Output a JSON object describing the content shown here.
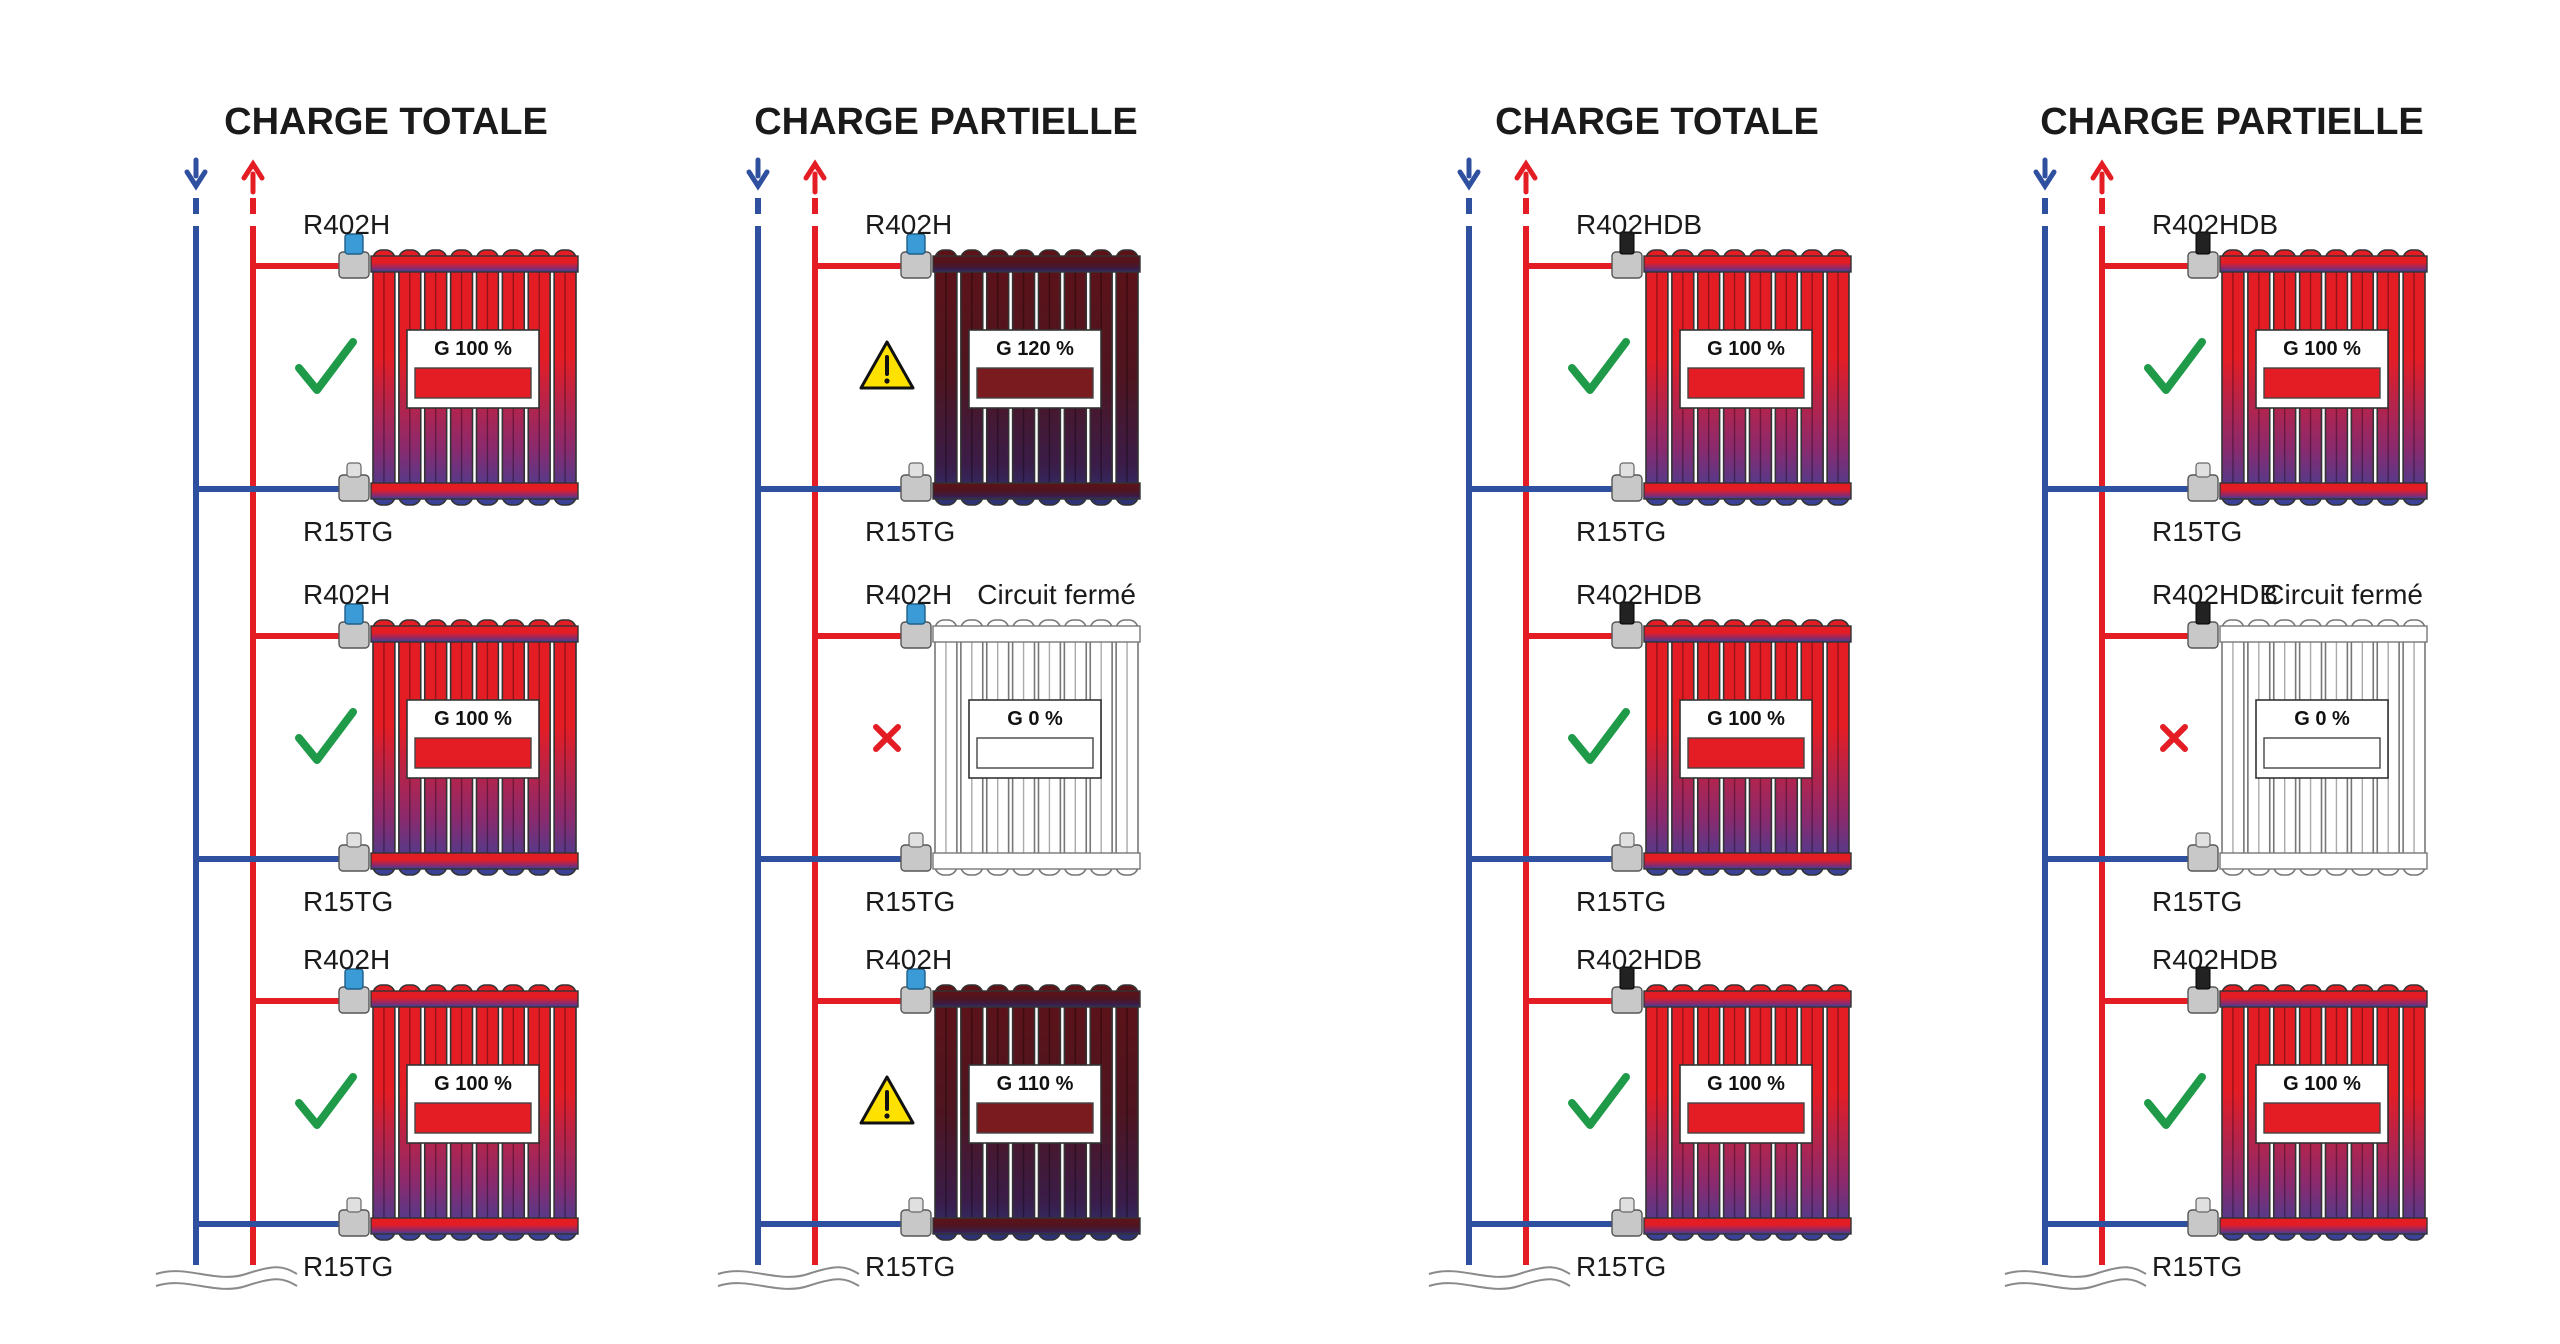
{
  "panels": [
    {
      "title": "CHARGE TOTALE",
      "rads": [
        {
          "top_label": "R402H",
          "bottom_label": "R15TG",
          "valve": "thermostatic-valve-blue",
          "state": "ok",
          "flow": "G 100 %",
          "flow_level": 1.0
        },
        {
          "top_label": "R402H",
          "bottom_label": "R15TG",
          "valve": "thermostatic-valve-blue",
          "state": "ok",
          "flow": "G 100 %",
          "flow_level": 1.0
        },
        {
          "top_label": "R402H",
          "bottom_label": "R15TG",
          "valve": "thermostatic-valve-blue",
          "state": "ok",
          "flow": "G 100 %",
          "flow_level": 1.0
        }
      ]
    },
    {
      "title": "CHARGE PARTIELLE",
      "rads": [
        {
          "top_label": "R402H",
          "bottom_label": "R15TG",
          "valve": "thermostatic-valve-blue",
          "state": "warn",
          "flow": "G 120 %",
          "flow_level": 1.2
        },
        {
          "top_label": "R402H",
          "bottom_label": "R15TG",
          "valve": "thermostatic-valve-blue",
          "state": "off",
          "flow": "G 0 %",
          "flow_level": 0,
          "note": "Circuit fermé"
        },
        {
          "top_label": "R402H",
          "bottom_label": "R15TG",
          "valve": "thermostatic-valve-blue",
          "state": "warn",
          "flow": "G 110 %",
          "flow_level": 1.1
        }
      ]
    },
    {
      "title": "CHARGE TOTALE",
      "rads": [
        {
          "top_label": "R402HDB",
          "bottom_label": "R15TG",
          "valve": "dynamic-valve-black",
          "state": "ok",
          "flow": "G 100 %",
          "flow_level": 1.0
        },
        {
          "top_label": "R402HDB",
          "bottom_label": "R15TG",
          "valve": "dynamic-valve-black",
          "state": "ok",
          "flow": "G 100 %",
          "flow_level": 1.0
        },
        {
          "top_label": "R402HDB",
          "bottom_label": "R15TG",
          "valve": "dynamic-valve-black",
          "state": "ok",
          "flow": "G 100 %",
          "flow_level": 1.0
        }
      ]
    },
    {
      "title": "CHARGE PARTIELLE",
      "rads": [
        {
          "top_label": "R402HDB",
          "bottom_label": "R15TG",
          "valve": "dynamic-valve-black",
          "state": "ok",
          "flow": "G 100 %",
          "flow_level": 1.0
        },
        {
          "top_label": "R402HDB",
          "bottom_label": "R15TG",
          "valve": "dynamic-valve-black",
          "state": "off",
          "flow": "G 0 %",
          "flow_level": 0,
          "note": "Circuit fermé"
        },
        {
          "top_label": "R402HDB",
          "bottom_label": "R15TG",
          "valve": "dynamic-valve-black",
          "state": "ok",
          "flow": "G 100 %",
          "flow_level": 1.0
        }
      ]
    }
  ],
  "colors": {
    "supply": "#e41d25",
    "return": "#2f4f9f",
    "ok_check": "#1f9a49",
    "off_cross": "#e41d25",
    "warn_fill": "#ffe100",
    "overflow_rad": "#5e1218",
    "bar_ok": "#e41d25",
    "bar_over": "#7a1b20"
  }
}
